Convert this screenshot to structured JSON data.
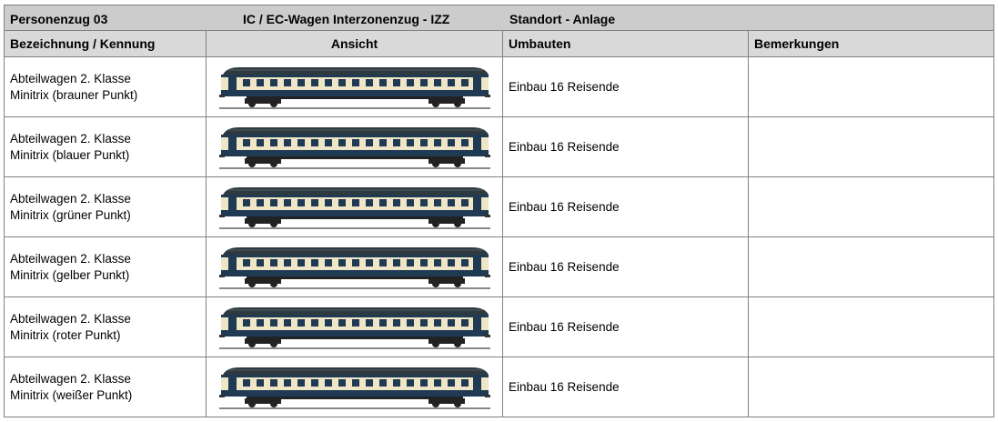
{
  "header": {
    "train_name": "Personenzug 03",
    "train_type": "IC / EC-Wagen Interzonenzug - IZZ",
    "location": "Standort - Anlage"
  },
  "columns": [
    "Bezeichnung / Kennung",
    "Ansicht",
    "Umbauten",
    "Bemerkungen"
  ],
  "rows": [
    {
      "name": "Abteilwagen 2. Klasse",
      "id": "Minitrix (brauner Punkt)",
      "image": "coach-2nd-class-blue-beige",
      "conversion": "Einbau 16 Reisende",
      "remarks": ""
    },
    {
      "name": "Abteilwagen 2. Klasse",
      "id": "Minitrix (blauer Punkt)",
      "image": "coach-2nd-class-blue-beige",
      "conversion": "Einbau 16 Reisende",
      "remarks": ""
    },
    {
      "name": "Abteilwagen 2. Klasse",
      "id": "Minitrix (grüner Punkt)",
      "image": "coach-2nd-class-blue-beige",
      "conversion": "Einbau 16 Reisende",
      "remarks": ""
    },
    {
      "name": "Abteilwagen 2. Klasse",
      "id": "Minitrix (gelber Punkt)",
      "image": "coach-2nd-class-blue-beige",
      "conversion": "Einbau 16 Reisende",
      "remarks": ""
    },
    {
      "name": "Abteilwagen 2. Klasse",
      "id": "Minitrix (roter Punkt)",
      "image": "coach-2nd-class-blue-beige",
      "conversion": "Einbau 16 Reisende",
      "remarks": ""
    },
    {
      "name": "Abteilwagen 2. Klasse",
      "id": "Minitrix (weißer Punkt)",
      "image": "coach-2nd-class-blue-beige",
      "conversion": "Einbau 16 Reisende",
      "remarks": ""
    }
  ],
  "colors": {
    "coach_blue": "#1f3a52",
    "coach_beige": "#efe6c8",
    "header_bg": "#cccccc"
  }
}
